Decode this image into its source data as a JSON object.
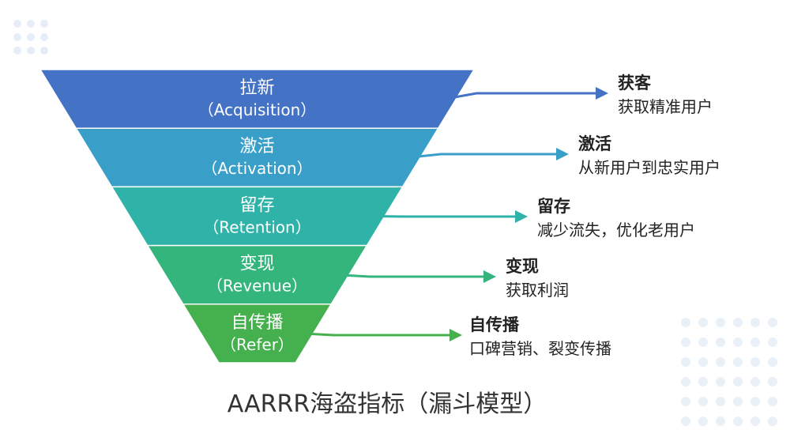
{
  "caption": "AARRR海盗指标（漏斗模型）",
  "stages": [
    {
      "name": "拉新",
      "en": "（Acquisition）",
      "title": "获客",
      "desc": "获取精准用户",
      "color": "#4472c4"
    },
    {
      "name": "激活",
      "en": "（Activation）",
      "title": "激活",
      "desc": "从新用户到忠实用户",
      "color": "#3a9fc8"
    },
    {
      "name": "留存",
      "en": "（Retention）",
      "title": "留存",
      "desc": "减少流失，优化老用户",
      "color": "#2fb3a8"
    },
    {
      "name": "变现",
      "en": "（Revenue）",
      "title": "变现",
      "desc": "获取利润",
      "color": "#33b57c"
    },
    {
      "name": "自传播",
      "en": "（Refer）",
      "title": "自传播",
      "desc": "口碑营销、裂变传播",
      "color": "#44b14e"
    }
  ],
  "decor": {
    "dot_color": "#e6edf7"
  }
}
